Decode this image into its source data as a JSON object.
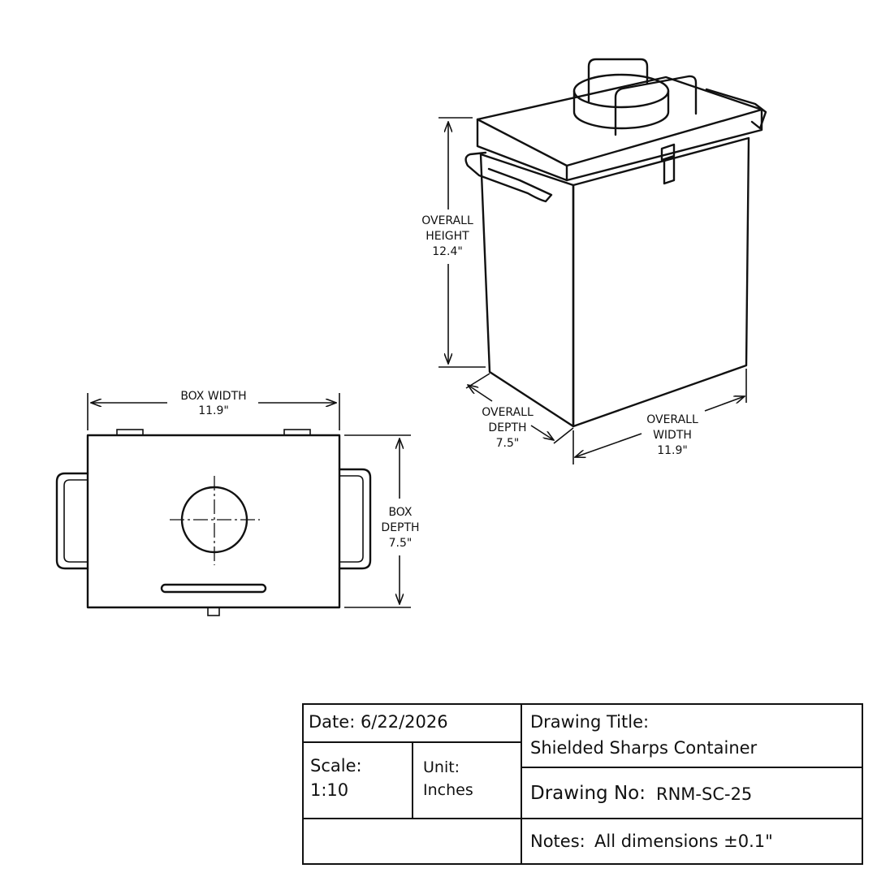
{
  "iso_view": {
    "height_label_1": "OVERALL",
    "height_label_2": "HEIGHT",
    "height_value": "12.4\"",
    "depth_label_1": "OVERALL",
    "depth_label_2": "DEPTH",
    "depth_value": "7.5\"",
    "width_label_1": "OVERALL",
    "width_label_2": "WIDTH",
    "width_value": "11.9\""
  },
  "top_view": {
    "width_label": "BOX WIDTH",
    "width_value": "11.9\"",
    "depth_label_1": "BOX",
    "depth_label_2": "DEPTH",
    "depth_value": "7.5\""
  },
  "title_block": {
    "date": "Date: 6/22/2026",
    "scale_label": "Scale:",
    "scale_value": "1:10",
    "unit_label": "Unit:",
    "unit_value": "Inches",
    "drawing_title_label": "Drawing Title:",
    "drawing_title_value": "Shielded Sharps Container",
    "drawing_no_label": "Drawing No:",
    "drawing_no_value": "RNM-SC-25",
    "notes_label": "Notes:",
    "notes_value": "All dimensions ±0.1\""
  }
}
